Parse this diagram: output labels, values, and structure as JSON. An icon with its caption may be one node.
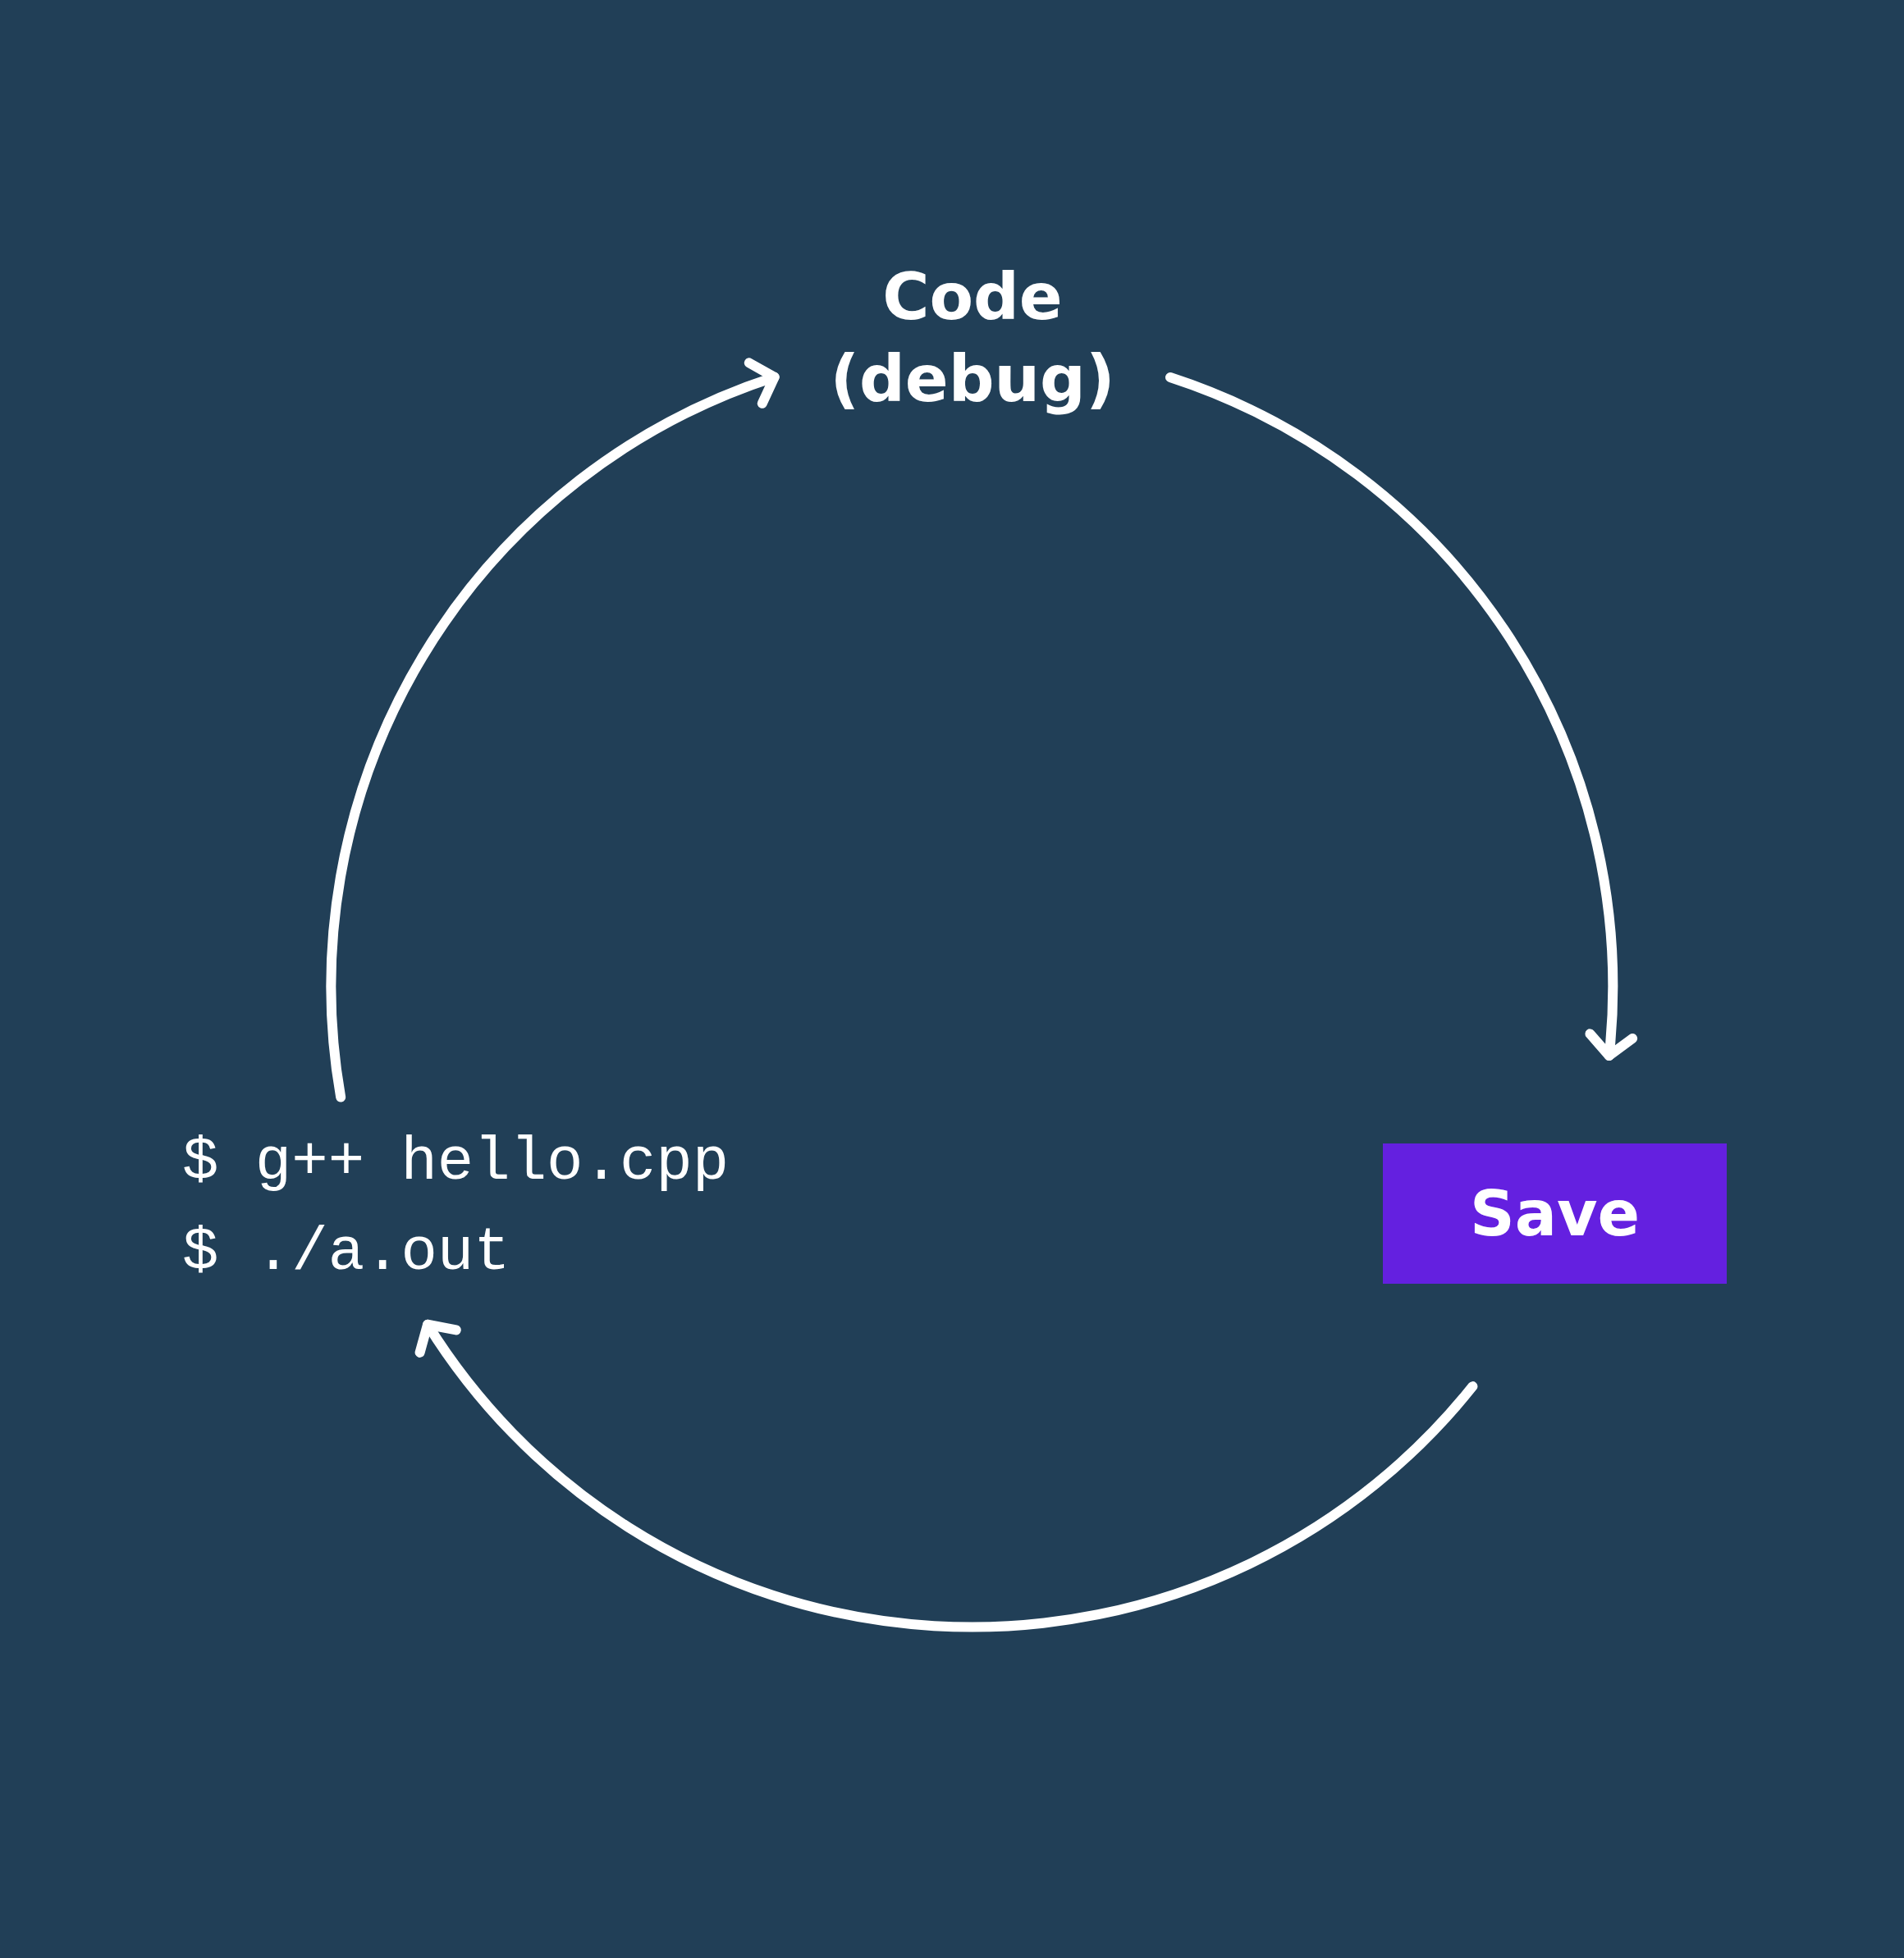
{
  "diagram": {
    "nodes": [
      {
        "text": [
          "Code",
          "(debug)"
        ]
      },
      {
        "text": [
          "Save"
        ]
      },
      {
        "text": [
          "$ g++ hello.cpp",
          "$ ./a.out"
        ]
      }
    ],
    "edges": [
      {
        "from": 0,
        "to": 1,
        "arrow": "to"
      },
      {
        "from": 1,
        "to": 2,
        "arrow": "to"
      },
      {
        "from": 2,
        "to": 0,
        "arrow": "to"
      }
    ]
  }
}
